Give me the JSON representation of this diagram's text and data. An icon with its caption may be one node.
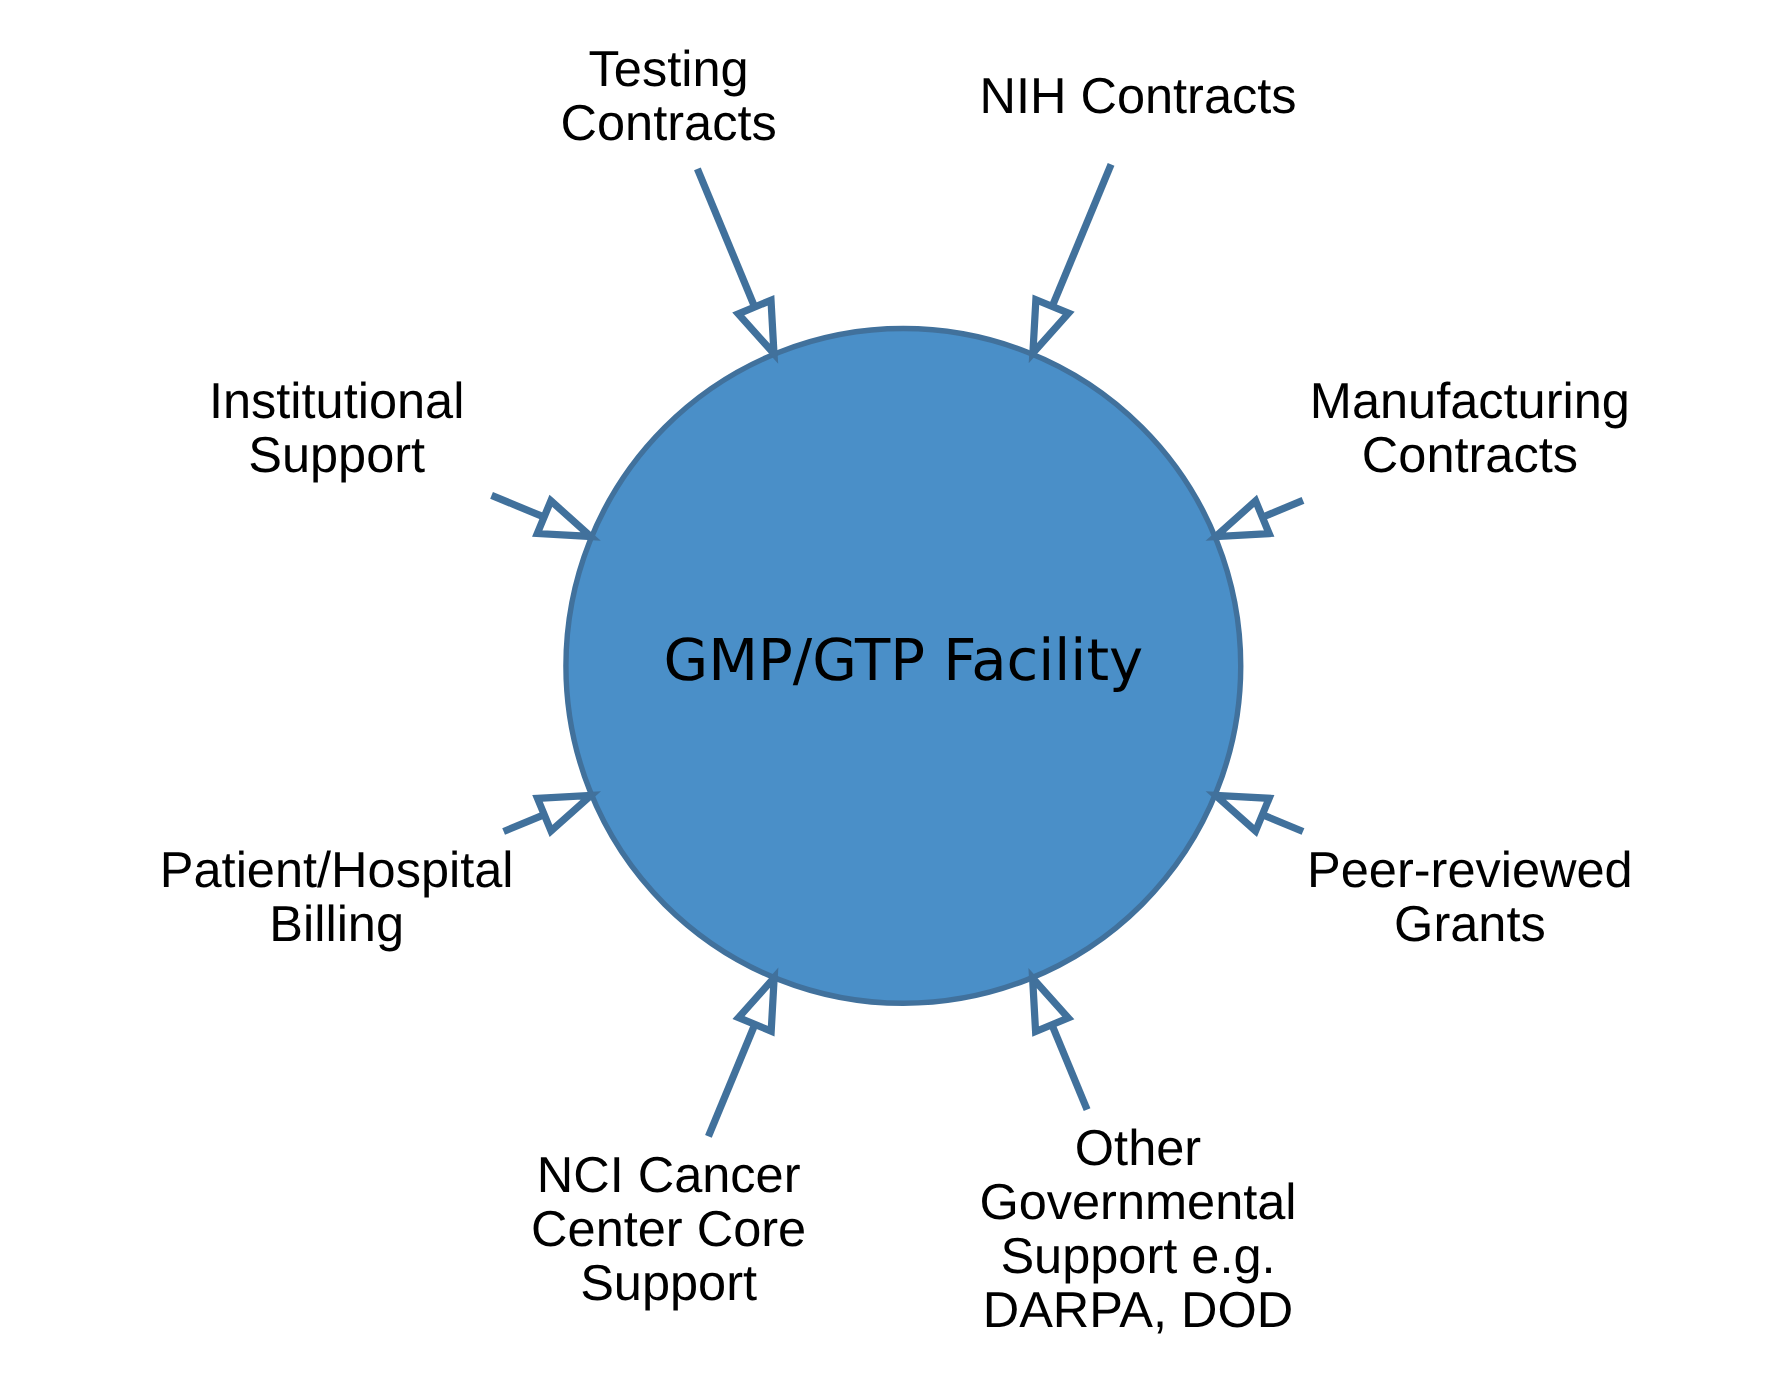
{
  "diagram": {
    "nodes": [
      {
        "text": [
          "Manufacturing Contracts"
        ]
      },
      {
        "text": [
          "NIH Contracts"
        ]
      },
      {
        "text": [
          "Testing Contracts"
        ]
      },
      {
        "text": [
          "Institutional Support"
        ]
      },
      {
        "text": [
          "GMP/GTP Facility"
        ]
      },
      {
        "text": [
          "Patient/Hospital Billing"
        ]
      },
      {
        "text": [
          "NCI Cancer Center Core Support"
        ]
      },
      {
        "text": [
          "Other Governmental Support e.g. DARPA, DOD"
        ]
      },
      {
        "text": [
          "Peer-reviewed Grants"
        ]
      }
    ],
    "edges": [
      {
        "from": 0,
        "to": 4,
        "arrow": "to"
      },
      {
        "from": 2,
        "to": 4,
        "arrow": "to"
      },
      {
        "from": 5,
        "to": 4,
        "arrow": "to"
      },
      {
        "from": 7,
        "to": 4,
        "arrow": "to"
      },
      {
        "from": 8,
        "to": 4,
        "arrow": "to"
      },
      {
        "from": 6,
        "to": 4,
        "arrow": "to"
      },
      {
        "from": 3,
        "to": 4,
        "arrow": "to"
      },
      {
        "from": 1,
        "to": 4,
        "arrow": "to"
      }
    ]
  }
}
